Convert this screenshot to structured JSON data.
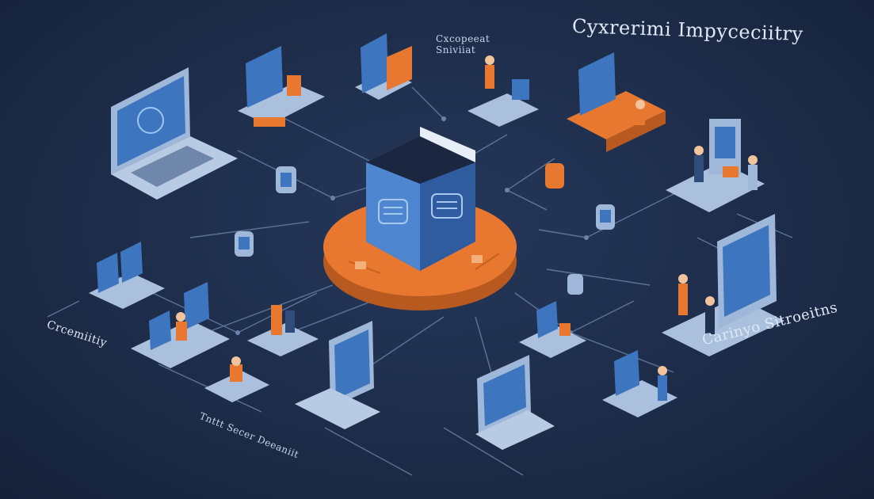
{
  "labels": {
    "title_main": "Cyxrerimi Impyceciitry",
    "title_sub": "",
    "top_tag_line1": "Cxcopeeat",
    "top_tag_line2": "Sniviiat",
    "left_tag": "Crcemiitiy",
    "bottom_tag": "Tnttt Secer Deeaniit",
    "right_tag": "Carinyo Sitroeitns"
  },
  "colors": {
    "background": "#1c2a44",
    "accent_orange": "#e8782f",
    "accent_blue": "#5b8fd6",
    "line": "#6f86ab"
  }
}
